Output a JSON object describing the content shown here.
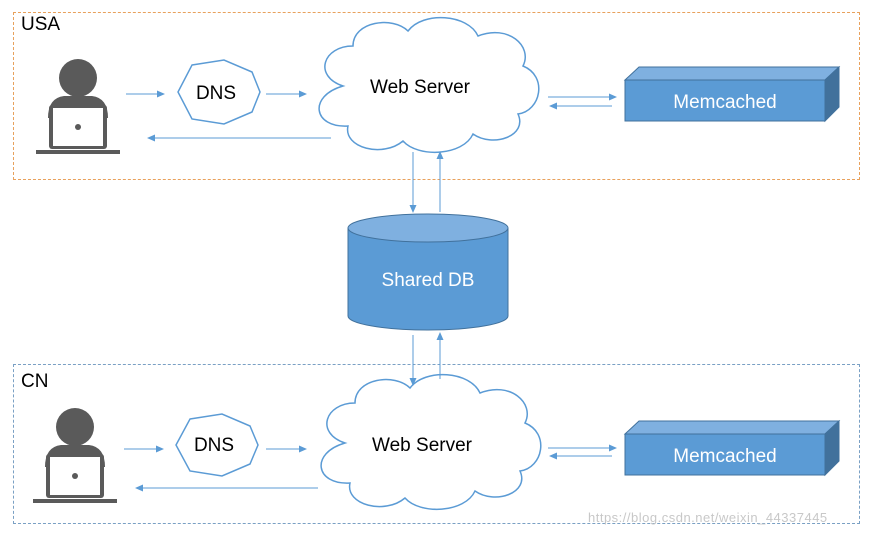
{
  "regions": {
    "usa": {
      "label": "USA"
    },
    "cn": {
      "label": "CN"
    }
  },
  "nodes": {
    "usa_dns": "DNS",
    "usa_web": "Web Server",
    "usa_cache": "Memcached",
    "db": "Shared DB",
    "cn_dns": "DNS",
    "cn_web": "Web Server",
    "cn_cache": "Memcached"
  },
  "watermark": "https://blog.csdn.net/weixin_44337445",
  "colors": {
    "node_fill": "#5b9bd5",
    "node_dark": "#41719c",
    "arrow": "#5b9bd5",
    "user": "#5a5a5a",
    "usa_border": "#e8a15c",
    "cn_border": "#7aa0c4"
  }
}
